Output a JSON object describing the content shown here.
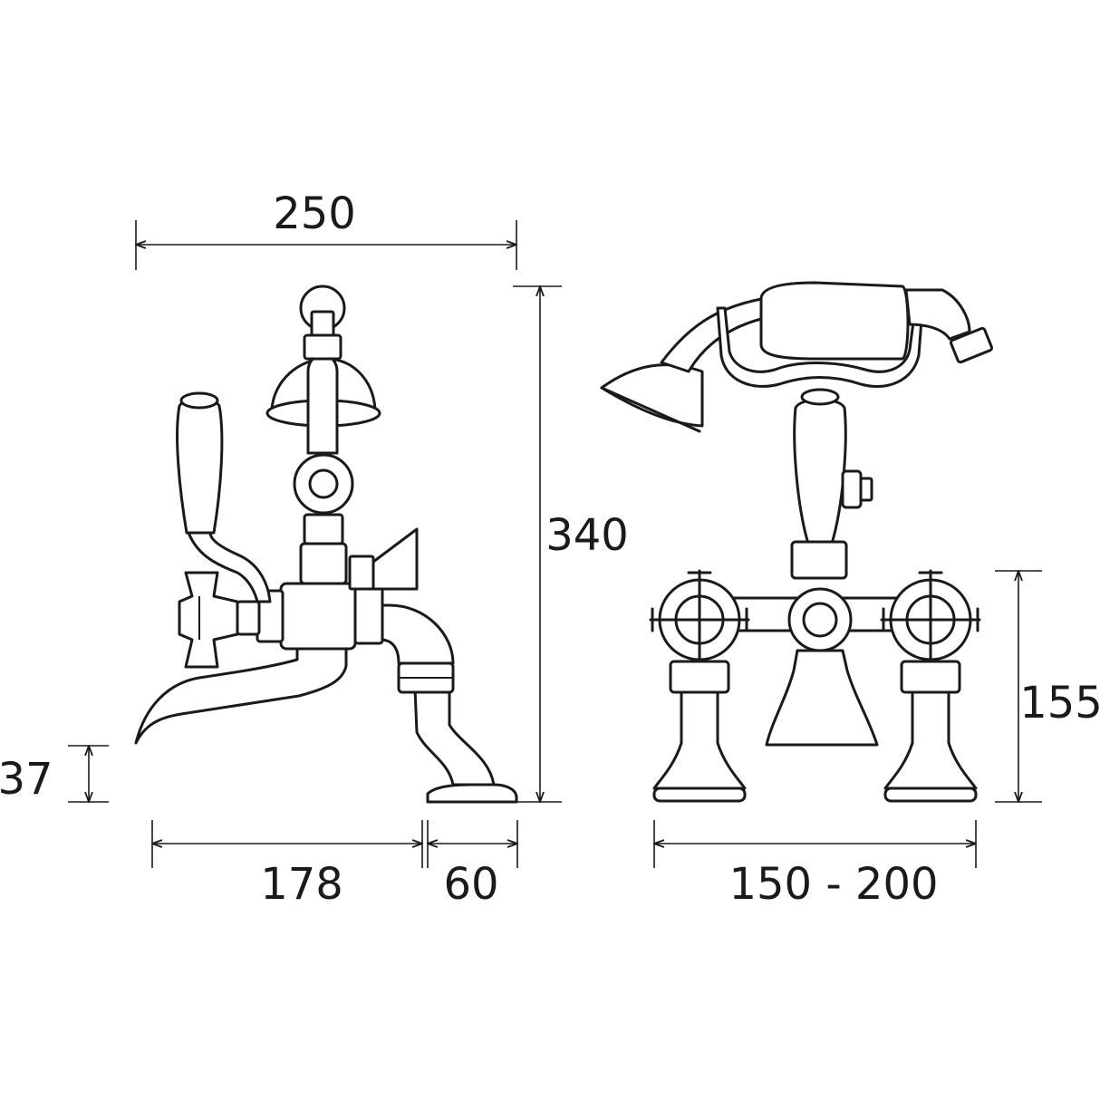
{
  "dimensions": {
    "overall_width": "250",
    "overall_height": "340",
    "spout_clearance": "37",
    "spout_reach": "178",
    "base_depth": "60",
    "height_to_valves": "155",
    "centres_range": "150 - 200"
  }
}
